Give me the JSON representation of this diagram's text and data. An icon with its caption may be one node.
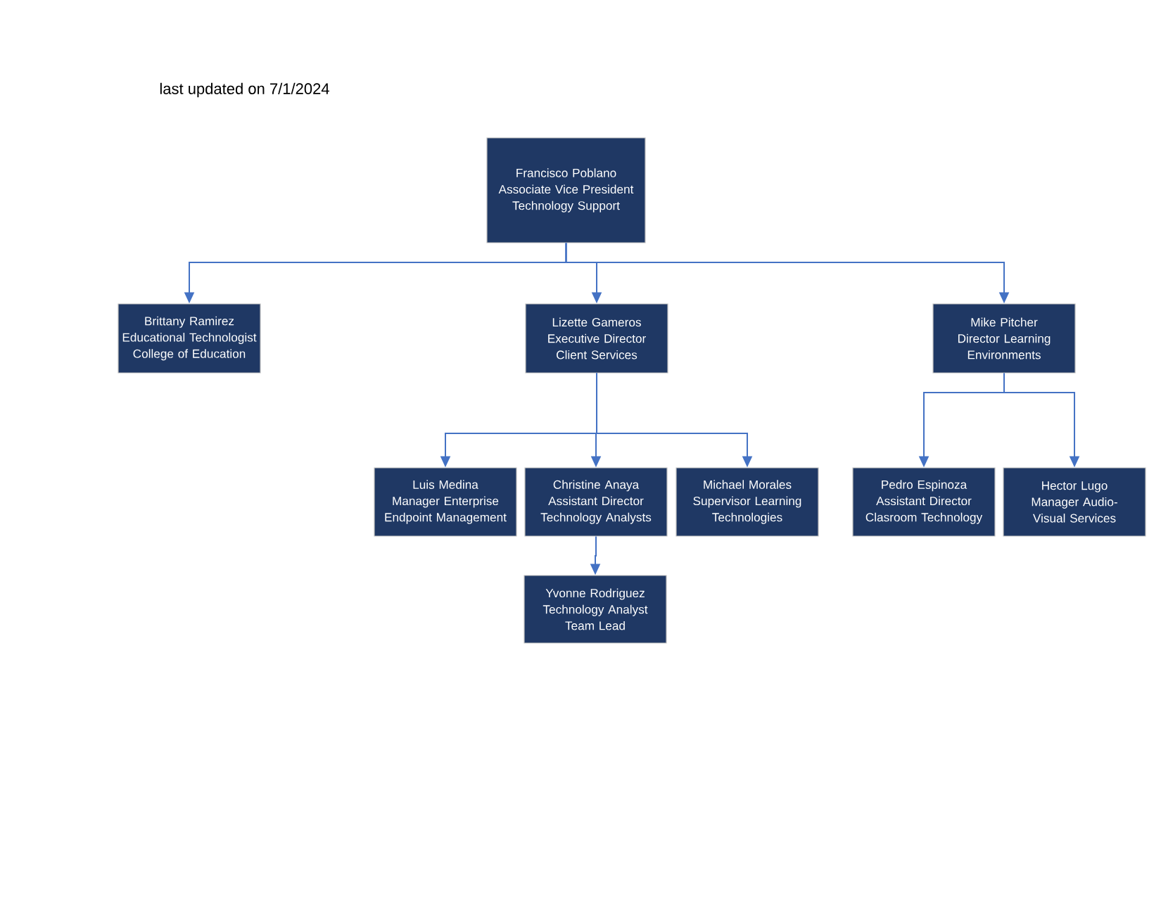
{
  "diagram": {
    "nodes": [
      {
        "text": [
          "Francisco Poblano",
          "Associate Vice President Technology Support"
        ]
      },
      {
        "text": [
          "Brittany Ramirez",
          "Educational Technologist College of Education"
        ]
      },
      {
        "text": [
          "Lizette Gameros",
          "Executive Director Client Services"
        ]
      },
      {
        "text": [
          "Mike Pitcher",
          "Director Learning Environments"
        ]
      },
      {
        "text": [
          "Luis Medina",
          "Manager Enterprise Endpoint Management"
        ]
      },
      {
        "text": [
          "Christine Anaya",
          "Assistant Director Technology Analysts"
        ]
      },
      {
        "text": [
          "Michael Morales",
          "Supervisor Learning Technologies"
        ]
      },
      {
        "text": [
          "Pedro Espinoza",
          "Assistant Director Clasroom Technology"
        ]
      },
      {
        "text": [
          "Hector Lugo",
          "Manager Audio-Visual Services"
        ]
      },
      {
        "text": [
          "Yvonne Rodriguez",
          "Technology Analyst Team Lead"
        ]
      }
    ],
    "edges": [
      {
        "from": 0,
        "to": 1,
        "arrow": "to"
      },
      {
        "from": 0,
        "to": 2,
        "arrow": "to"
      },
      {
        "from": 0,
        "to": 3,
        "arrow": "to"
      },
      {
        "from": 2,
        "to": 4,
        "arrow": "to"
      },
      {
        "from": 2,
        "to": 5,
        "arrow": "to"
      },
      {
        "from": 2,
        "to": 6,
        "arrow": "to"
      },
      {
        "from": 3,
        "to": 7,
        "arrow": "to"
      },
      {
        "from": 3,
        "to": 8,
        "arrow": "to"
      },
      {
        "from": 5,
        "to": 9,
        "arrow": "to"
      }
    ],
    "labels": [
      "last updated on 7/1/2024"
    ]
  }
}
